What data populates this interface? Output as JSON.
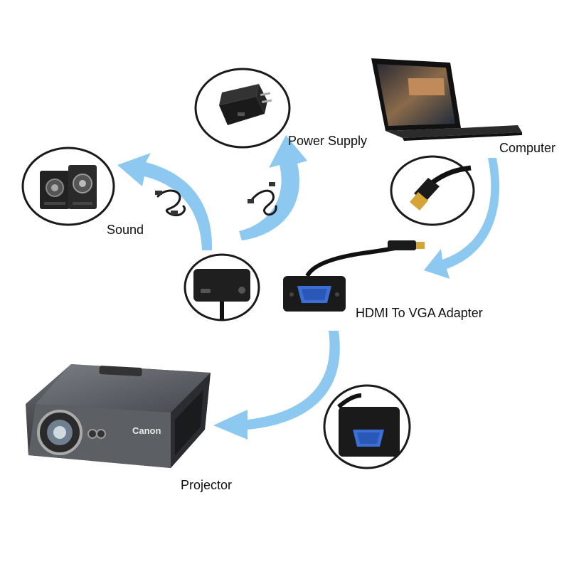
{
  "labels": {
    "power_supply": "Power Supply",
    "computer": "Computer",
    "sound": "Sound",
    "adapter": "HDMI To VGA Adapter",
    "projector": "Projector"
  },
  "brand_text": "Canon",
  "colors": {
    "arrow": "#8cc8f0",
    "device_dark": "#1c1c1c",
    "vga_port": "#3b6fd6"
  },
  "icons": [
    "speakers-icon",
    "power-adapter-icon",
    "laptop-icon",
    "hdmi-plug-icon",
    "audio-cable-icon",
    "usb-cable-icon",
    "hdmi-vga-adapter-icon",
    "projector-icon"
  ]
}
